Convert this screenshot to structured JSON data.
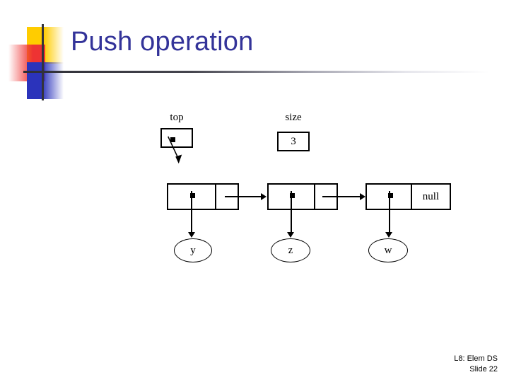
{
  "slide": {
    "title": "Push operation",
    "footer": {
      "line1": "L8: Elem DS",
      "line2": "Slide 22"
    }
  },
  "diagram": {
    "top_label": "top",
    "size_label": "size",
    "size_value": "3",
    "null_label": "null",
    "nodes": [
      {
        "value_label": "y"
      },
      {
        "value_label": "z"
      },
      {
        "value_label": "w"
      }
    ]
  },
  "colors": {
    "title": "#333399",
    "rule": "#2e2e36",
    "deco_yellow": "#FFCC00",
    "deco_red": "#EE3333",
    "deco_blue": "#2B33BB",
    "ink": "#000000",
    "background": "#FFFFFF"
  }
}
